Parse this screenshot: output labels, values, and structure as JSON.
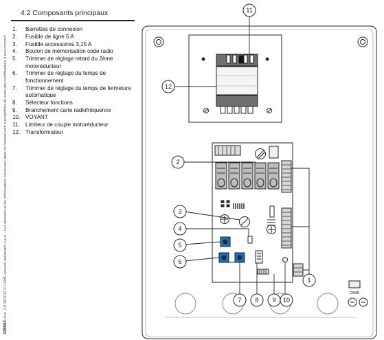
{
  "document": {
    "section_title": "4.2 Composants principaux",
    "sidebar_code": "319S63",
    "sidebar_text": "vers. 2.0 06/2011 © CAME cancelli automatici s.p.a. - Les données et les informations contenues dans ce manuel sont susceptibles de subir des modifications à tout moment",
    "items": [
      {
        "num": "1.",
        "text": "Barrettes de connexion"
      },
      {
        "num": "2.",
        "text": "Fusible de ligne 5 A"
      },
      {
        "num": "3.",
        "text": "Fusible accessoires 3,15 A"
      },
      {
        "num": "4.",
        "text": "Bouton de mémorisation code radio"
      },
      {
        "num": "5.",
        "text": "Trimmer de réglage retard du 2ème motoréducteur"
      },
      {
        "num": "6.",
        "text": "Trimmer de réglage du temps de fonctionnement"
      },
      {
        "num": "7.",
        "text": "Trimmer de réglage du temps de fermeture automatique"
      },
      {
        "num": "8.",
        "text": "Sélecteur fonctions"
      },
      {
        "num": "9.",
        "text": "Branchement carte radiofréquence"
      },
      {
        "num": "10.",
        "text": "VOYANT"
      },
      {
        "num": "11.",
        "text": "Limiteur de couple motoréducteur"
      },
      {
        "num": "12.",
        "text": "Transformateur"
      }
    ]
  },
  "diagram": {
    "callouts": [
      "1",
      "2",
      "3",
      "4",
      "5",
      "6",
      "7",
      "8",
      "9",
      "10",
      "11",
      "12"
    ],
    "logo_text": "CAME"
  }
}
